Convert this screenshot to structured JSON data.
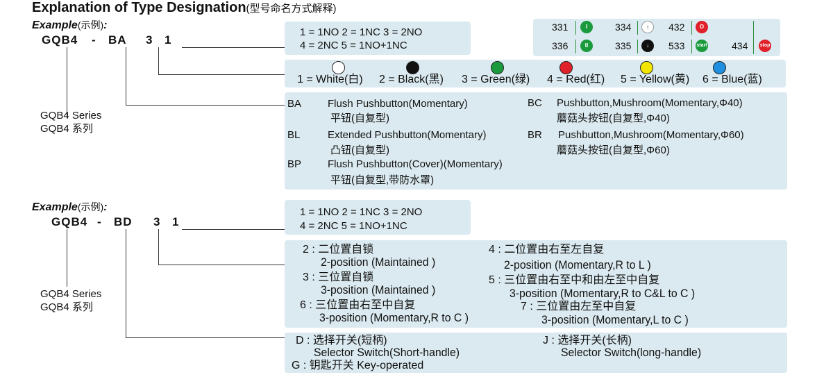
{
  "title": {
    "en": "Explanation of Type Designation",
    "cn": "(型号命名方式解释)"
  },
  "example_label": {
    "en": "Example",
    "cn": "(示例)",
    "colon": ":"
  },
  "ex1": {
    "code": {
      "series": "GQB4",
      "dash": "-",
      "type": "BA",
      "color": "3",
      "contact": "1"
    },
    "series_label": [
      "GQB4  Series",
      "GQB4  系列"
    ],
    "contacts": [
      "1 = 1NO   2 = 1NC   3 = 2NO",
      "4 = 2NC   5 = 1NO+1NC"
    ],
    "contact_codes": [
      {
        "code": "331",
        "icon": "I",
        "color": "#1a9a3c"
      },
      {
        "code": "334",
        "icon": "↑",
        "color": "#ffffff"
      },
      {
        "code": "432",
        "icon": "O",
        "color": "#e0202a"
      },
      {
        "code": "336",
        "icon": "II",
        "color": "#1a9a3c"
      },
      {
        "code": "335",
        "icon": "↓",
        "color": "#111111"
      },
      {
        "code": "533",
        "icon": "start",
        "color": "#1a9a3c"
      },
      {
        "code": "434",
        "icon": "stop",
        "color": "#e0202a"
      }
    ],
    "colors": [
      {
        "label": "1 = White(白)",
        "hex": "#ffffff"
      },
      {
        "label": "2 = Black(黑)",
        "hex": "#111111"
      },
      {
        "label": "3 =  Green(绿)",
        "hex": "#1a9a3c"
      },
      {
        "label": "4 = Red(红)",
        "hex": "#e0202a"
      },
      {
        "label": "5 = Yellow(黄)",
        "hex": "#f2e600"
      },
      {
        "label": "6 = Blue(蓝)",
        "hex": "#1f8fe0"
      }
    ],
    "types": [
      {
        "code": "BA",
        "en": "Flush Pushbutton(Momentary)",
        "cn": "平钮(自复型)"
      },
      {
        "code": "BC",
        "en": "Pushbutton,Mushroom(Momentary,Φ40)",
        "cn": "蘑菇头按钮(自复型,Φ40)"
      },
      {
        "code": "BL",
        "en": "Extended Pushbutton(Momentary)",
        "cn": "凸钮(自复型)"
      },
      {
        "code": "BR",
        "en": "Pushbutton,Mushroom(Momentary,Φ60)",
        "cn": "蘑菇头按钮(自复型,Φ60)"
      },
      {
        "code": "BP",
        "en": "Flush Pushbutton(Cover)(Momentary)",
        "cn": "平钮(自复型,带防水罩)"
      }
    ]
  },
  "ex2": {
    "code": {
      "series": "GQB4",
      "dash": "-",
      "type": "BD",
      "pos": "3",
      "contact": "1"
    },
    "series_label": [
      "GQB4  Series",
      "GQB4  系列"
    ],
    "contacts": [
      "1 = 1NO   2 = 1NC   3 = 2NO",
      "4 = 2NC   5 = 1NO+1NC"
    ],
    "positions": [
      {
        "cn": "2 : 二位置自锁",
        "en": "2-position (Maintained )"
      },
      {
        "cn": "4 : 二位置由右至左自复",
        "en": "2-position (Momentary,R to L )"
      },
      {
        "cn": "3 : 三位置自锁",
        "en": "3-position (Maintained )"
      },
      {
        "cn": "5 : 三位置由右至中和由左至中自复",
        "en": "3-position (Momentary,R to C&L to C )"
      },
      {
        "cn": "6 : 三位置由右至中自复",
        "en": "3-position (Momentary,R to C )"
      },
      {
        "cn": "7 : 三位置由左至中自复",
        "en": "3-position (Momentary,L to C )"
      }
    ],
    "types": [
      {
        "cn": "D : 选择开关(短柄)",
        "en": "Selector Switch(Short-handle)"
      },
      {
        "cn": "J : 选择开关(长柄)",
        "en": "Selector Switch(long-handle)"
      },
      {
        "cn": "G : 钥匙开关 Key-operated",
        "en": ""
      }
    ]
  }
}
